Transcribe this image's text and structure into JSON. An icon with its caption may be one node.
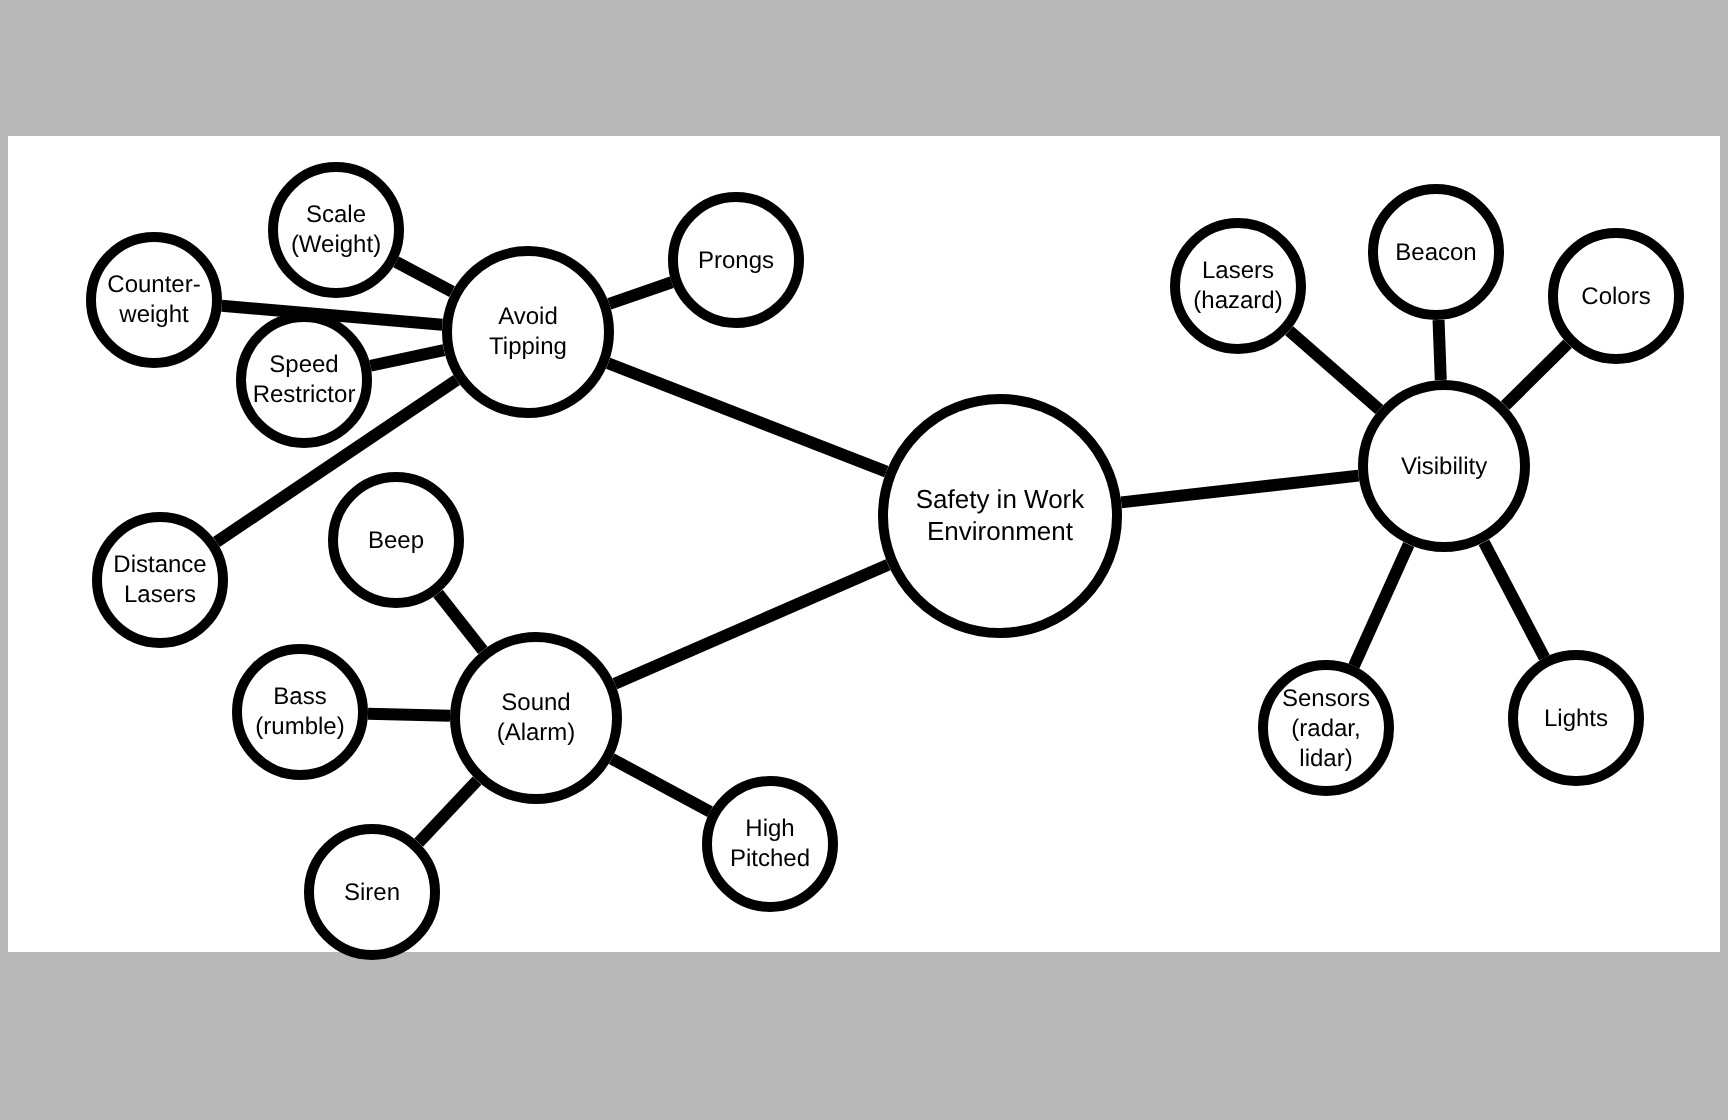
{
  "diagram": {
    "nodes": [
      {
        "text": [
          "Safety in Work Environment"
        ]
      },
      {
        "text": [
          "Avoid Tipping"
        ]
      },
      {
        "text": [
          "Scale (Weight)"
        ]
      },
      {
        "text": [
          "Counter-weight"
        ]
      },
      {
        "text": [
          "Speed Restrictor"
        ]
      },
      {
        "text": [
          "Prongs"
        ]
      },
      {
        "text": [
          "Distance Lasers"
        ]
      },
      {
        "text": [
          "Sound (Alarm)"
        ]
      },
      {
        "text": [
          "Beep"
        ]
      },
      {
        "text": [
          "Bass (rumble)"
        ]
      },
      {
        "text": [
          "Siren"
        ]
      },
      {
        "text": [
          "High Pitched"
        ]
      },
      {
        "text": [
          "Visibility"
        ]
      },
      {
        "text": [
          "Lasers (hazard)"
        ]
      },
      {
        "text": [
          "Beacon"
        ]
      },
      {
        "text": [
          "Colors"
        ]
      },
      {
        "text": [
          "Sensors (radar, lidar)"
        ]
      },
      {
        "text": [
          "Lights"
        ]
      }
    ],
    "edges": [
      {
        "from": 0,
        "to": 1,
        "arrow": "none"
      },
      {
        "from": 0,
        "to": 7,
        "arrow": "none"
      },
      {
        "from": 0,
        "to": 12,
        "arrow": "none"
      },
      {
        "from": 1,
        "to": 2,
        "arrow": "none"
      },
      {
        "from": 1,
        "to": 3,
        "arrow": "none"
      },
      {
        "from": 1,
        "to": 4,
        "arrow": "none"
      },
      {
        "from": 1,
        "to": 5,
        "arrow": "none"
      },
      {
        "from": 1,
        "to": 6,
        "arrow": "none"
      },
      {
        "from": 7,
        "to": 8,
        "arrow": "none"
      },
      {
        "from": 7,
        "to": 9,
        "arrow": "none"
      },
      {
        "from": 7,
        "to": 10,
        "arrow": "none"
      },
      {
        "from": 7,
        "to": 11,
        "arrow": "none"
      },
      {
        "from": 12,
        "to": 13,
        "arrow": "none"
      },
      {
        "from": 12,
        "to": 14,
        "arrow": "none"
      },
      {
        "from": 12,
        "to": 15,
        "arrow": "none"
      },
      {
        "from": 12,
        "to": 16,
        "arrow": "none"
      },
      {
        "from": 12,
        "to": 17,
        "arrow": "none"
      }
    ]
  }
}
